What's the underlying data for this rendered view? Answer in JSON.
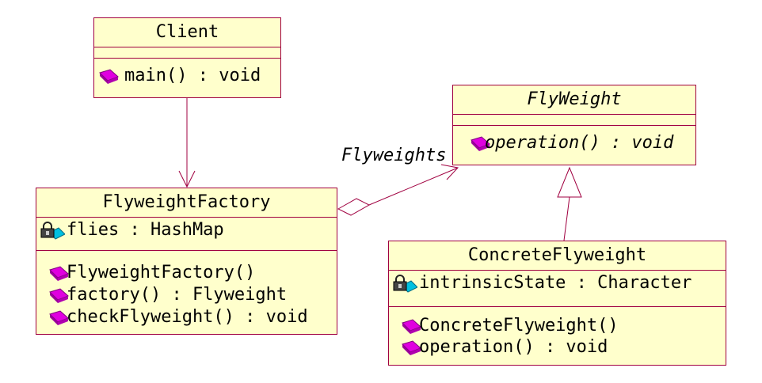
{
  "classes": {
    "client": {
      "name": "Client",
      "operations": [
        "main() : void"
      ]
    },
    "flyweight": {
      "name": "FlyWeight",
      "operations": [
        "operation() : void"
      ]
    },
    "flyweight_factory": {
      "name": "FlyweightFactory",
      "attributes": [
        "flies : HashMap"
      ],
      "operations": [
        "FlyweightFactory()",
        "factory() : Flyweight",
        "checkFlyweight() : void"
      ]
    },
    "concrete_flyweight": {
      "name": "ConcreteFlyweight",
      "attributes": [
        "intrinsicState : Character"
      ],
      "operations": [
        "ConcreteFlyweight()",
        "operation() : void"
      ]
    }
  },
  "association": {
    "role_label": "Flyweights"
  },
  "colors": {
    "class_fill": "#ffffcc",
    "class_border": "#a00040",
    "line": "#a00040",
    "operation_icon": "#e000e0",
    "attribute_icon": "#00c0e0"
  },
  "icons": {
    "operation": "public-operation-icon",
    "attribute": "private-attribute-lock-icon"
  }
}
